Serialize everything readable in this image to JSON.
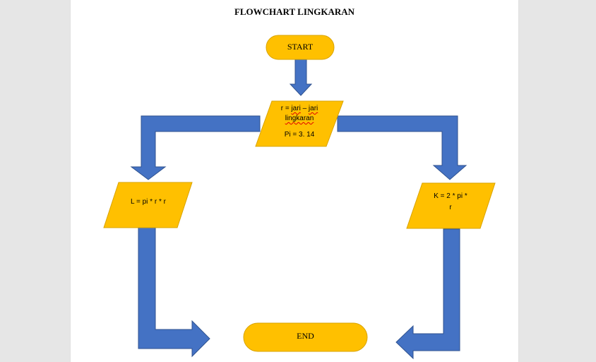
{
  "title": "FLOWCHART LINGKARAN",
  "colors": {
    "shape_fill": "#ffc000",
    "arrow_fill": "#4472c4",
    "page_background": "#ffffff",
    "window_background": "#e6e6e6"
  },
  "nodes": {
    "start": {
      "label": "START"
    },
    "input": {
      "line1_prefix": "r = ",
      "line1_word1": "jari",
      "line1_sep": " – ",
      "line1_word2": "jari",
      "line2": "lingkaran",
      "line3": "Pi = 3. 14"
    },
    "area": {
      "label": "L = pi * r * r"
    },
    "circumference": {
      "line1": "K = 2 * pi *",
      "line2": "r"
    },
    "end": {
      "label": "END"
    }
  }
}
